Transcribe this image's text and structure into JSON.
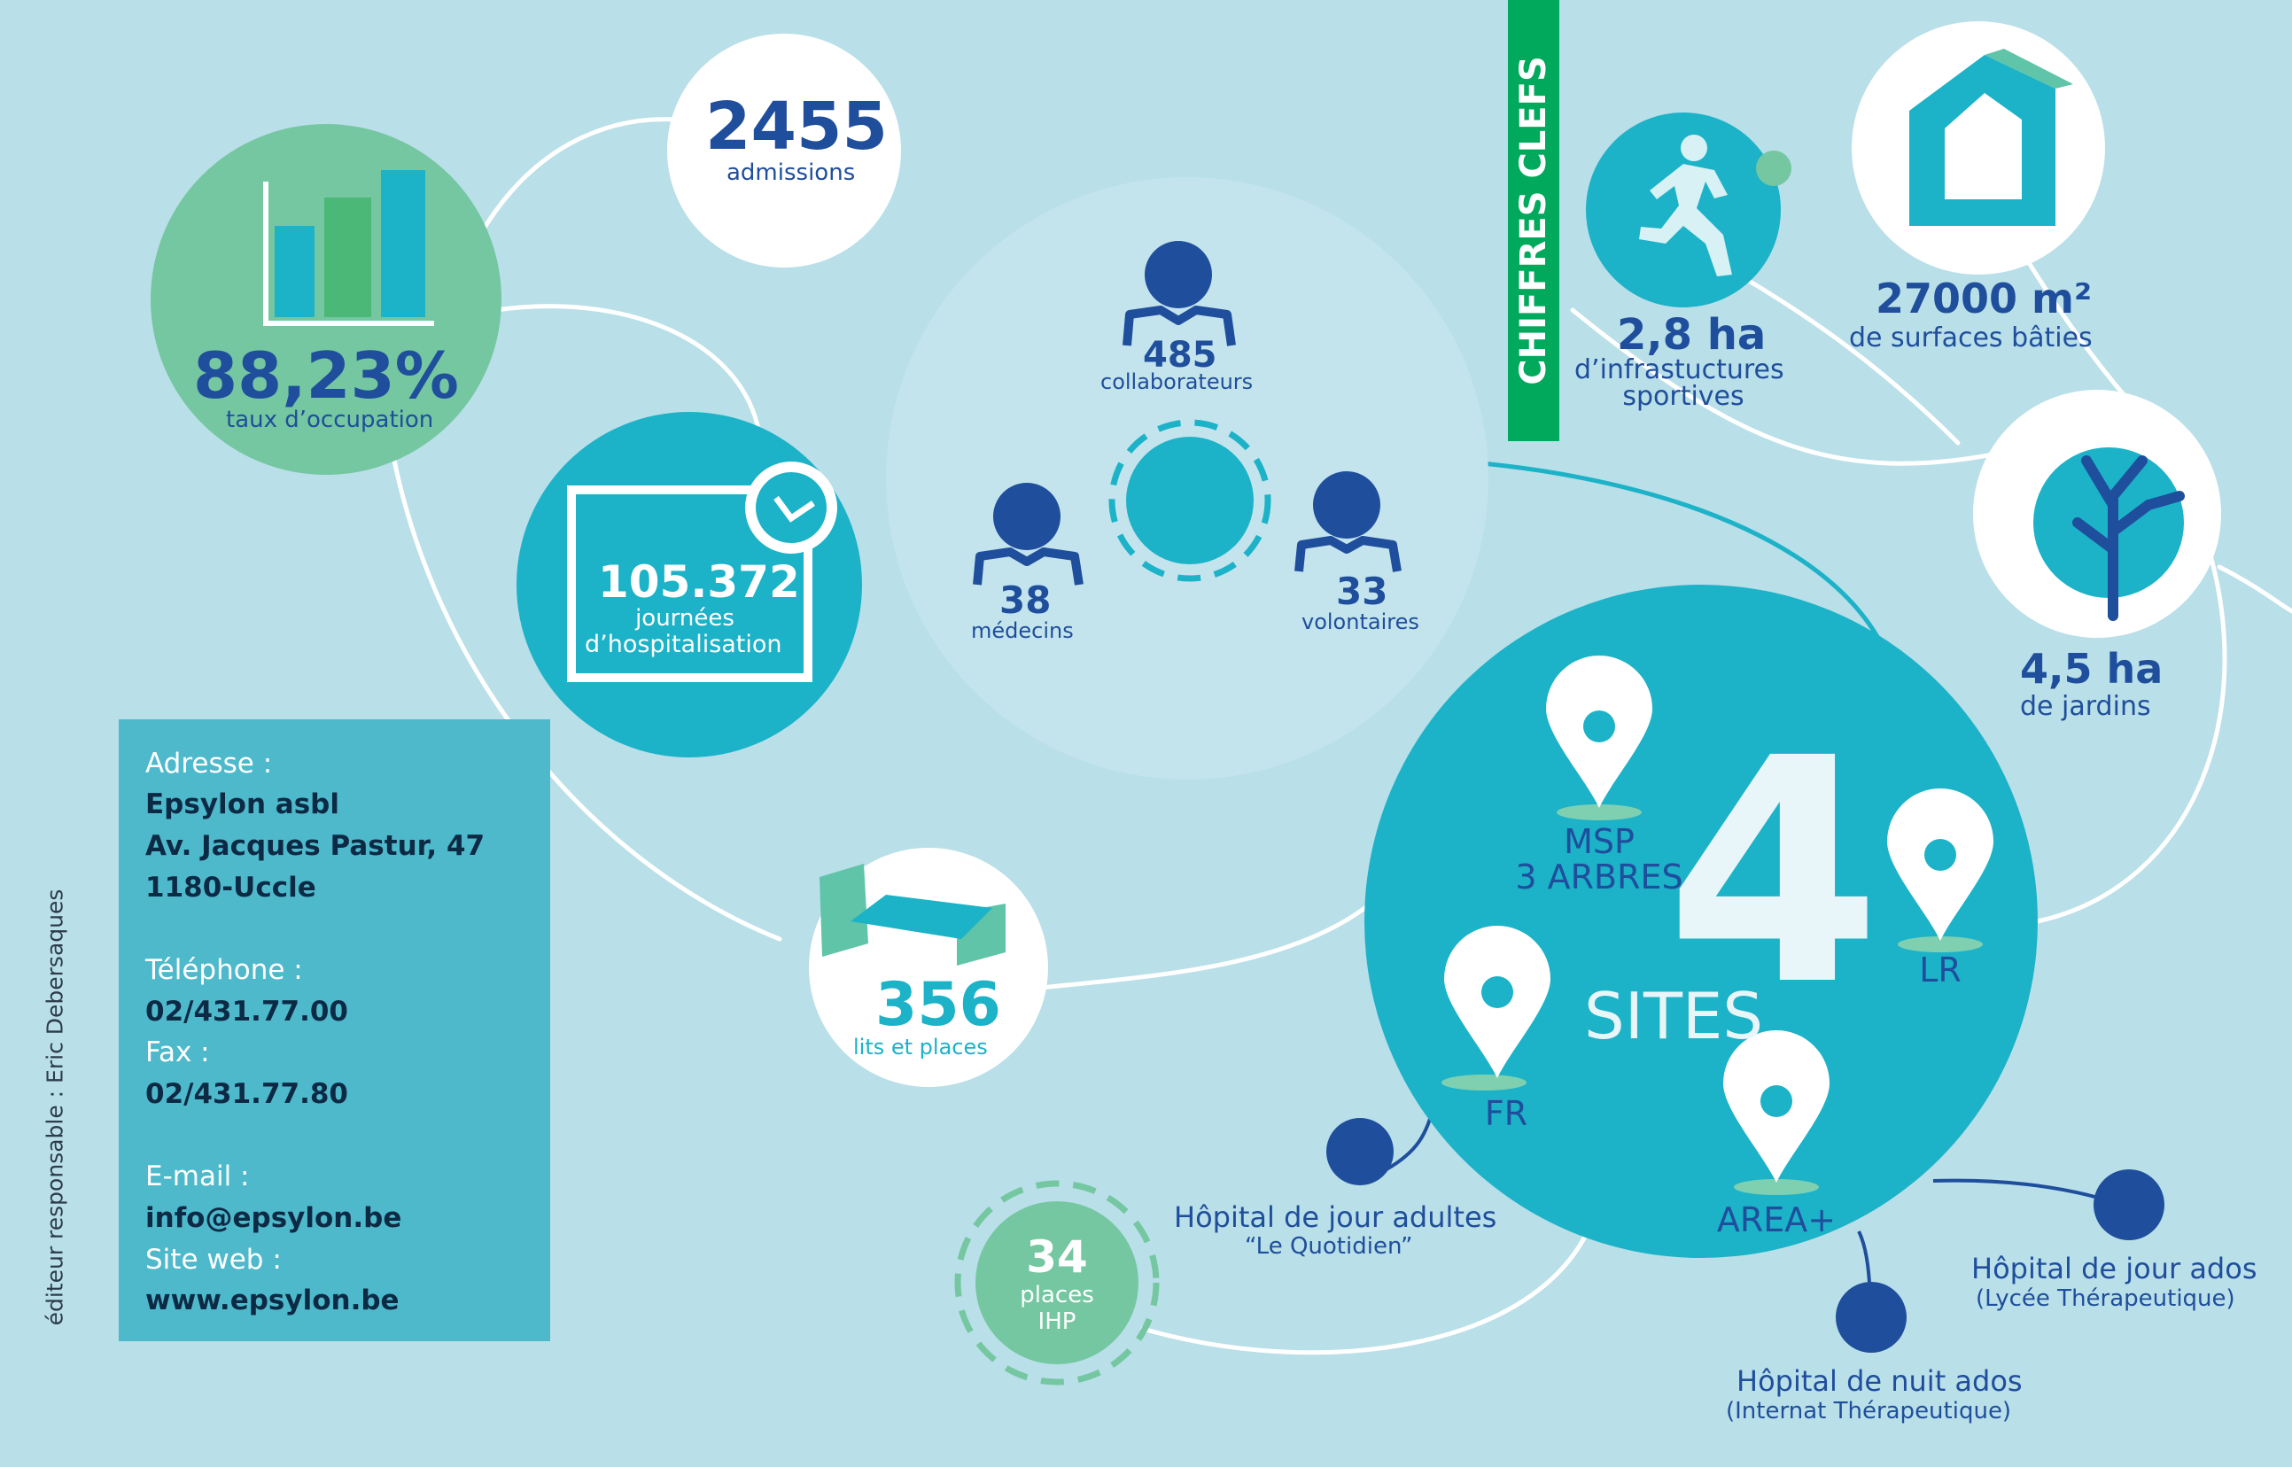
{
  "vertical_tag": "CHIFFRES CLEFS",
  "editor_note": "éditeur responsable : Eric Debersaques",
  "stats": {
    "occupancy": {
      "value": "88,23%",
      "label": "taux d’occupation"
    },
    "admissions": {
      "value": "2455",
      "label": "admissions"
    },
    "hospital_days": {
      "value": "105.372",
      "label_1": "journées",
      "label_2": "d’hospitalisation"
    },
    "staff_total": {
      "value": "485",
      "label": "collaborateurs"
    },
    "doctors": {
      "value": "38",
      "label": "médecins"
    },
    "volunteers": {
      "value": "33",
      "label": "volontaires"
    },
    "beds": {
      "value": "356",
      "label": "lits et places"
    },
    "ihp": {
      "value": "34",
      "label_1": "places",
      "label_2": "IHP"
    },
    "sports": {
      "value": "2,8 ha",
      "label_1": "d’infrastuctures",
      "label_2": "sportives"
    },
    "built": {
      "value": "27000 m²",
      "label": "de surfaces bâties"
    },
    "gardens": {
      "value": "4,5 ha",
      "label": "de jardins"
    }
  },
  "sites": {
    "count": "4",
    "label": "SITES",
    "msp_1": "MSP",
    "msp_2": "3 ARBRES",
    "lr": "LR",
    "fr": "FR",
    "area": "AREA+"
  },
  "services": {
    "day_adults_1": "Hôpital de jour adultes",
    "day_adults_2": "“Le Quotidien”",
    "day_teens_1": "Hôpital de jour ados",
    "day_teens_2": "(Lycée Thérapeutique)",
    "night_teens_1": "Hôpital de nuit ados",
    "night_teens_2": "(Internat Thérapeutique)"
  },
  "address": {
    "address_label": "Adresse :",
    "org": "Epsylon asbl",
    "street": "Av. Jacques Pastur, 47",
    "city": "1180-Uccle",
    "phone_label": "Téléphone :",
    "phone": "02/431.77.00",
    "fax_label": "Fax :",
    "fax": "02/431.77.80",
    "email_label": "E-mail :",
    "email": "info@epsylon.be",
    "web_label": "Site web :",
    "web": "www.epsylon.be"
  },
  "colors": {
    "background": "#b9dfe8",
    "teal": "#1cb2c8",
    "green": "#74c7a0",
    "navy": "#1f4e9c",
    "tag_green": "#00a95c",
    "address_box": "#4fb9cc"
  }
}
